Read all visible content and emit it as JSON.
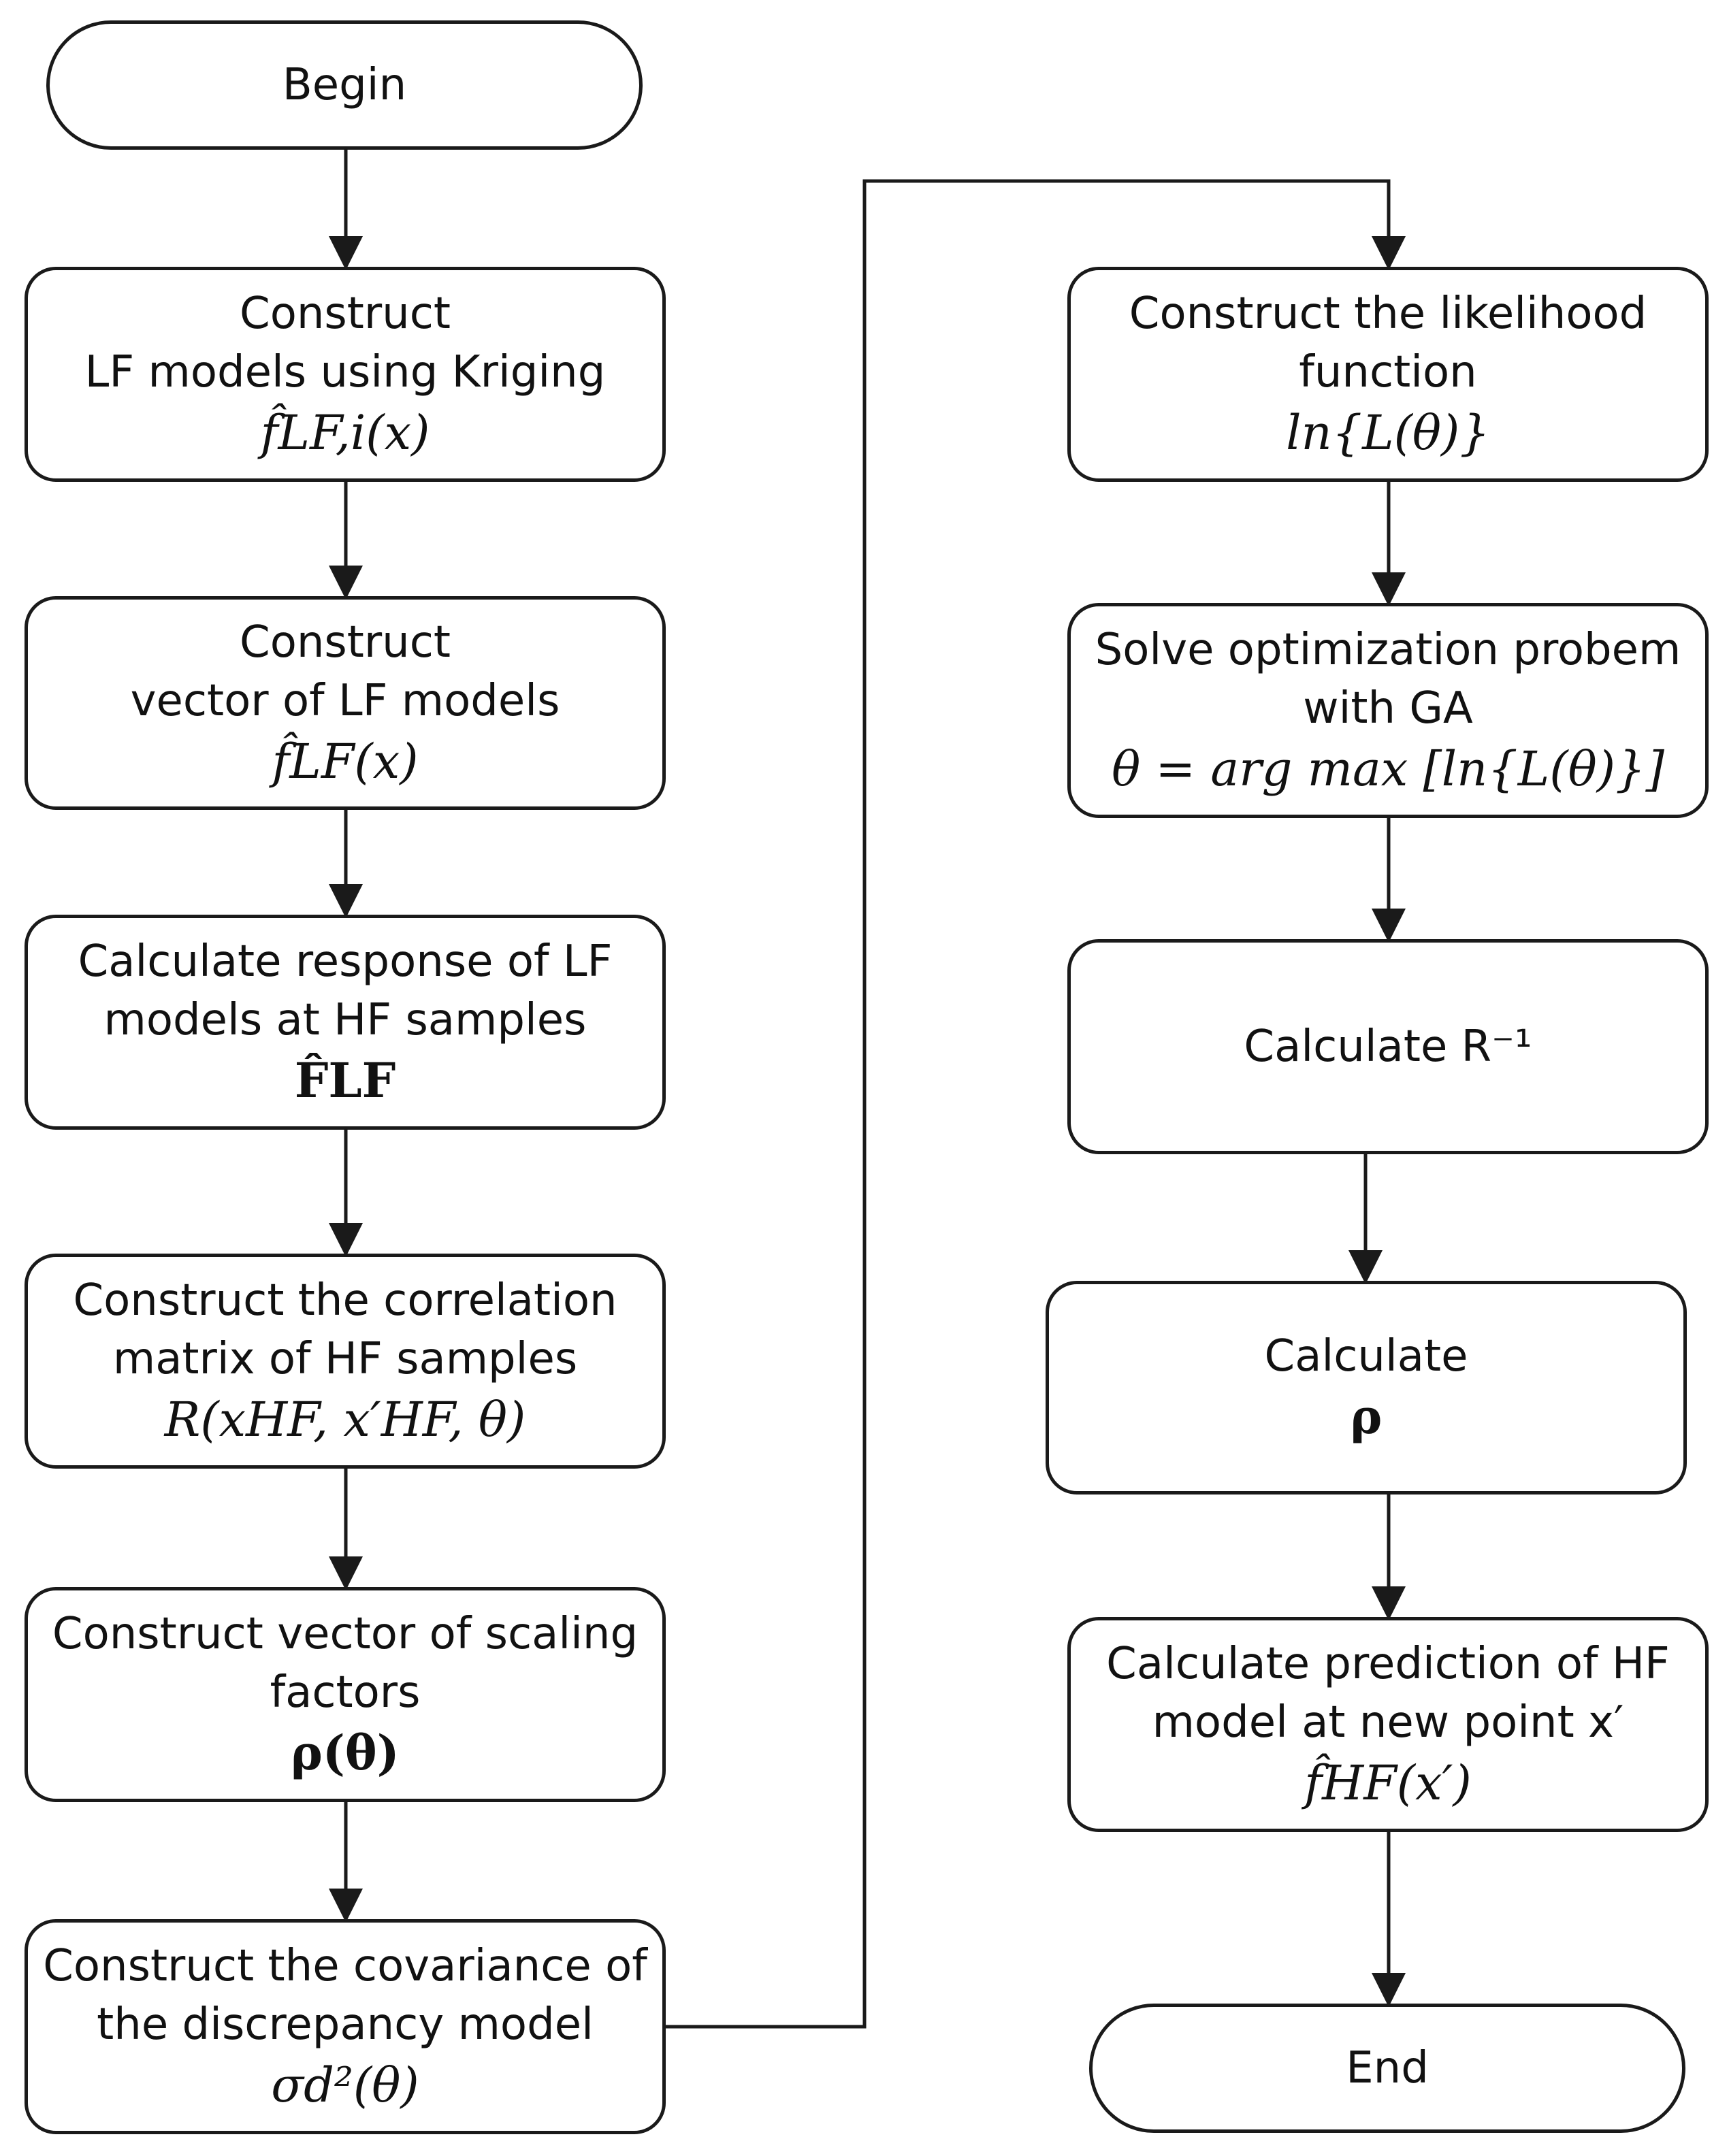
{
  "flowchart": {
    "begin": "Begin",
    "end": "End",
    "left_column": [
      {
        "lines": [
          "Construct",
          "LF models using Kriging"
        ],
        "formula": "f̂LF,i(x)"
      },
      {
        "lines": [
          "Construct",
          "vector of LF models"
        ],
        "formula": "f̂LF(x)"
      },
      {
        "lines": [
          "Calculate response of LF",
          "models at HF samples"
        ],
        "formula": "F̂LF"
      },
      {
        "lines": [
          "Construct the correlation",
          "matrix of HF samples"
        ],
        "formula": "R(xHF, x′HF, θ)"
      },
      {
        "lines": [
          "Construct vector of scaling",
          "factors"
        ],
        "formula": "ρ(θ)"
      },
      {
        "lines": [
          "Construct the covariance of",
          "the discrepancy model"
        ],
        "formula": "σd²(θ)"
      }
    ],
    "right_column": [
      {
        "lines": [
          "Construct the likelihood",
          "function"
        ],
        "formula": "ln{L(θ)}"
      },
      {
        "lines": [
          "Solve optimization probem",
          "with GA"
        ],
        "formula": "θ = arg max [ln{L(θ)}]"
      },
      {
        "lines": [
          "Calculate R⁻¹"
        ],
        "formula": ""
      },
      {
        "lines": [
          "Calculate"
        ],
        "formula": "ρ"
      },
      {
        "lines": [
          "Calculate prediction of HF",
          "model at new point x′"
        ],
        "formula": "f̂HF(x′)"
      }
    ]
  }
}
